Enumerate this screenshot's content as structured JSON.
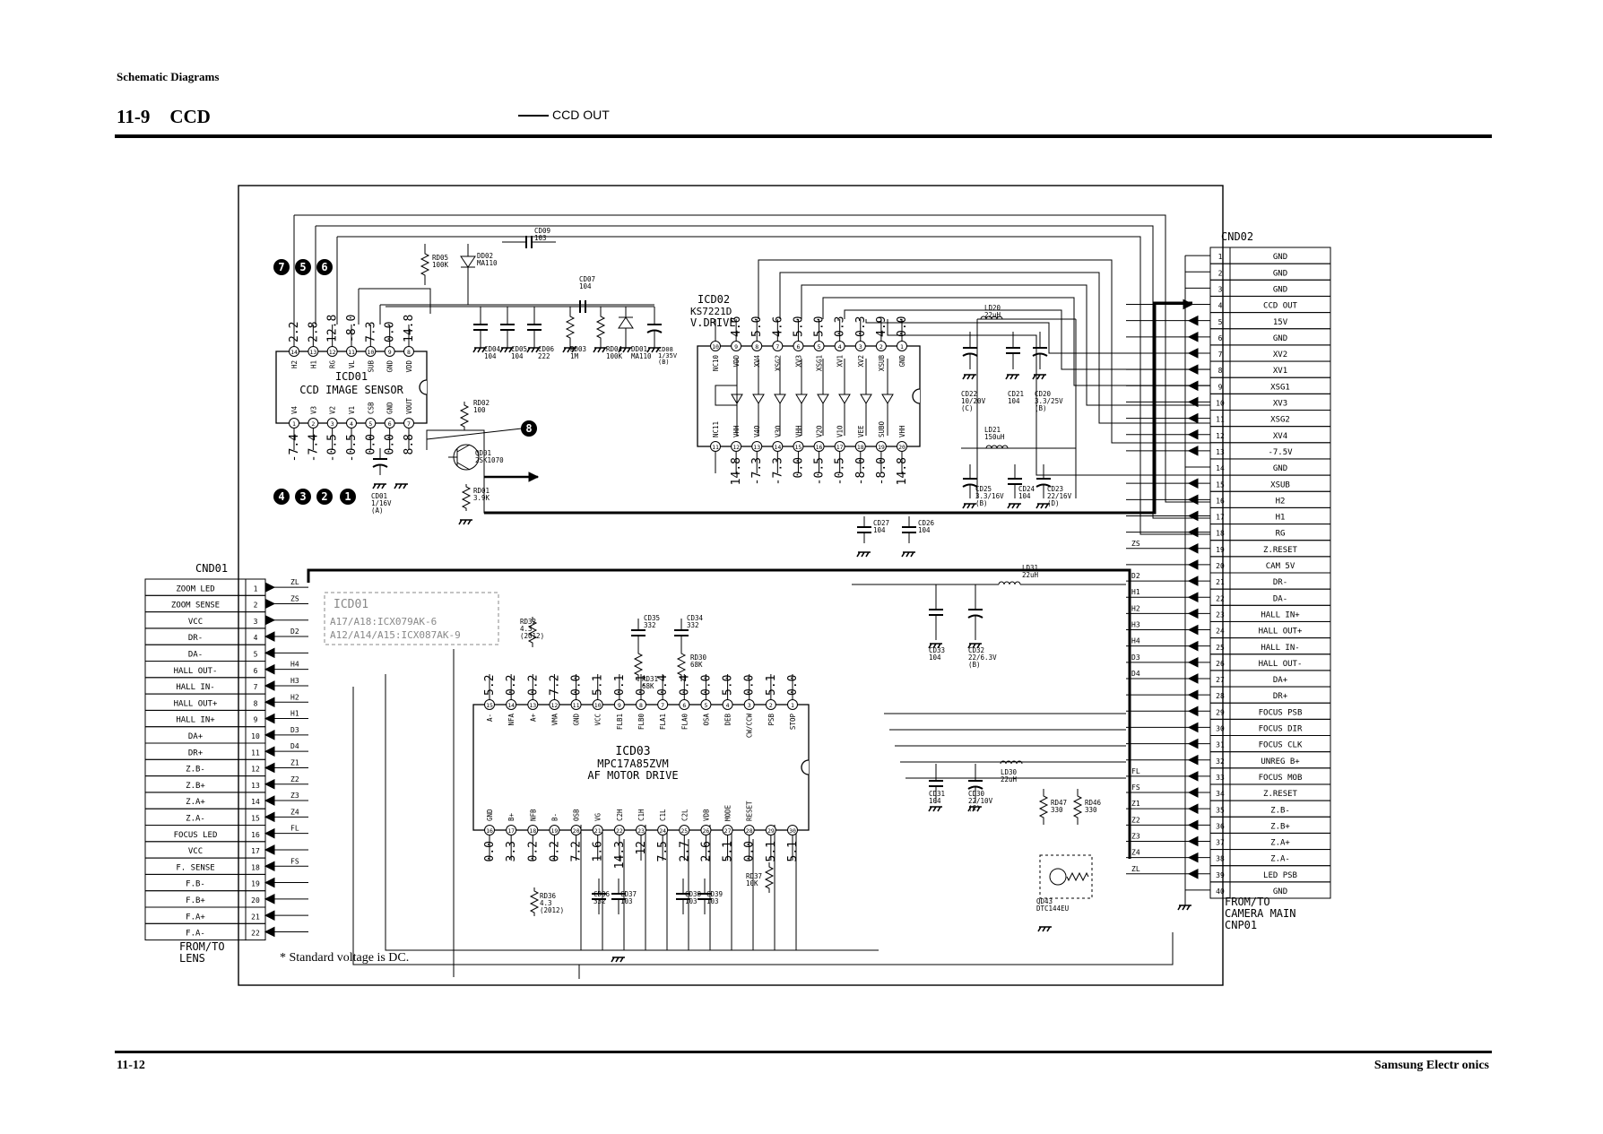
{
  "header": {
    "section": "Schematic Diagrams",
    "number": "11-9",
    "title": "CCD",
    "legend": "CCD OUT"
  },
  "footer": {
    "page": "11-12",
    "brand": "Samsung Electr   onics"
  },
  "note": "* Standard voltage is DC.",
  "colors": {
    "line": "#000000",
    "dashed_box": "#888888"
  },
  "icd01": {
    "ref": "ICD01",
    "name": "CCD IMAGE SENSOR",
    "top_pins": [
      {
        "n": "14",
        "name": "H2",
        "v": "2.2"
      },
      {
        "n": "13",
        "name": "H1",
        "v": "2.8"
      },
      {
        "n": "12",
        "name": "RG",
        "v": "12.8"
      },
      {
        "n": "11",
        "name": "VL",
        "v": "-8.0"
      },
      {
        "n": "10",
        "name": "SUB",
        "v": "7.3"
      },
      {
        "n": "9",
        "name": "GND",
        "v": "0.0"
      },
      {
        "n": "8",
        "name": "VDD",
        "v": "14.8"
      }
    ],
    "bottom_pins": [
      {
        "n": "1",
        "name": "V4",
        "v": "-7.4"
      },
      {
        "n": "2",
        "name": "V3",
        "v": "-7.4"
      },
      {
        "n": "3",
        "name": "V2",
        "v": "-0.5"
      },
      {
        "n": "4",
        "name": "V1",
        "v": "-0.5"
      },
      {
        "n": "5",
        "name": "CSB",
        "v": "0.0"
      },
      {
        "n": "6",
        "name": "GND",
        "v": "0.0"
      },
      {
        "n": "7",
        "name": "VOUT",
        "v": "8.8"
      }
    ]
  },
  "icd02": {
    "ref": "ICD02",
    "part": "KS7221D",
    "name": "V.DRIVE",
    "top_pins": [
      {
        "n": "10",
        "name": "NC10",
        "v": ""
      },
      {
        "n": "9",
        "name": "VDD",
        "v": "4.6"
      },
      {
        "n": "8",
        "name": "XV4",
        "v": "5.0"
      },
      {
        "n": "7",
        "name": "XSG2",
        "v": "4.6"
      },
      {
        "n": "6",
        "name": "XV3",
        "v": "5.0"
      },
      {
        "n": "5",
        "name": "XSG1",
        "v": "5.0"
      },
      {
        "n": "4",
        "name": "XV1",
        "v": "0.3"
      },
      {
        "n": "3",
        "name": "XV2",
        "v": "0.3"
      },
      {
        "n": "2",
        "name": "XSUB",
        "v": "4.9"
      },
      {
        "n": "1",
        "name": "GND",
        "v": "0.0"
      }
    ],
    "bottom_pins": [
      {
        "n": "11",
        "name": "NC11",
        "v": ""
      },
      {
        "n": "12",
        "name": "VHH",
        "v": "14.8"
      },
      {
        "n": "13",
        "name": "V4O",
        "v": "-7.3"
      },
      {
        "n": "14",
        "name": "V3O",
        "v": "-7.3"
      },
      {
        "n": "15",
        "name": "VHH",
        "v": "0.0"
      },
      {
        "n": "16",
        "name": "V2O",
        "v": "-0.5"
      },
      {
        "n": "17",
        "name": "V1O",
        "v": "-0.5"
      },
      {
        "n": "18",
        "name": "VEE",
        "v": "-8.0"
      },
      {
        "n": "19",
        "name": "SUBO",
        "v": "-8.0"
      },
      {
        "n": "20",
        "name": "VHH",
        "v": "14.8"
      }
    ]
  },
  "icd03": {
    "ref": "ICD03",
    "part": "MPC17A85ZVM",
    "name": "AF MOTOR DRIVE",
    "top_pins": [
      {
        "n": "15",
        "name": "A-",
        "v": "5.2"
      },
      {
        "n": "14",
        "name": "NFA",
        "v": "0.2"
      },
      {
        "n": "13",
        "name": "A+",
        "v": "0.2"
      },
      {
        "n": "12",
        "name": "VMA",
        "v": "7.2"
      },
      {
        "n": "11",
        "name": "GND",
        "v": "0.0"
      },
      {
        "n": "10",
        "name": "VCC",
        "v": "5.1"
      },
      {
        "n": "9",
        "name": "FLB1",
        "v": "0.1"
      },
      {
        "n": "8",
        "name": "FLB0",
        "v": "0.1"
      },
      {
        "n": "7",
        "name": "FLA1",
        "v": "0.4"
      },
      {
        "n": "6",
        "name": "FLA0",
        "v": "0.4"
      },
      {
        "n": "5",
        "name": "OSA",
        "v": "0.0"
      },
      {
        "n": "4",
        "name": "DEB",
        "v": "5.0"
      },
      {
        "n": "3",
        "name": "CW/CCW",
        "v": "0.0"
      },
      {
        "n": "2",
        "name": "PSB",
        "v": "5.1"
      },
      {
        "n": "1",
        "name": "STOP",
        "v": "0.0"
      }
    ],
    "bottom_pins": [
      {
        "n": "16",
        "name": "GND",
        "v": "0.0"
      },
      {
        "n": "17",
        "name": "B+",
        "v": "3.3"
      },
      {
        "n": "18",
        "name": "NFB",
        "v": "0.2"
      },
      {
        "n": "19",
        "name": "B-",
        "v": "0.2"
      },
      {
        "n": "20",
        "name": "OSB",
        "v": "7.2"
      },
      {
        "n": "21",
        "name": "VG",
        "v": "1.6"
      },
      {
        "n": "22",
        "name": "C2H",
        "v": "14.3"
      },
      {
        "n": "23",
        "name": "C1H",
        "v": "12"
      },
      {
        "n": "24",
        "name": "C1L",
        "v": "7.5"
      },
      {
        "n": "25",
        "name": "C2L",
        "v": "2.7"
      },
      {
        "n": "26",
        "name": "VDB",
        "v": "2.6"
      },
      {
        "n": "27",
        "name": "MODE",
        "v": "5.1"
      },
      {
        "n": "28",
        "name": "RESET",
        "v": "0.0"
      },
      {
        "n": "29",
        "name": "",
        "v": "5.1"
      },
      {
        "n": "30",
        "name": "",
        "v": "5.1"
      }
    ]
  },
  "cnd01": {
    "ref": "CND01",
    "pins": [
      {
        "n": "1",
        "label": "ZOOM LED",
        "net": "ZL"
      },
      {
        "n": "2",
        "label": "ZOOM SENSE",
        "net": "ZS"
      },
      {
        "n": "3",
        "label": "VCC",
        "net": ""
      },
      {
        "n": "4",
        "label": "DR-",
        "net": "D2"
      },
      {
        "n": "5",
        "label": "DA-",
        "net": ""
      },
      {
        "n": "6",
        "label": "HALL OUT-",
        "net": "H4"
      },
      {
        "n": "7",
        "label": "HALL IN-",
        "net": "H3"
      },
      {
        "n": "8",
        "label": "HALL OUT+",
        "net": "H2"
      },
      {
        "n": "9",
        "label": "HALL IN+",
        "net": "H1"
      },
      {
        "n": "10",
        "label": "DA+",
        "net": "D3"
      },
      {
        "n": "11",
        "label": "DR+",
        "net": "D4"
      },
      {
        "n": "12",
        "label": "Z.B-",
        "net": "Z1"
      },
      {
        "n": "13",
        "label": "Z.B+",
        "net": "Z2"
      },
      {
        "n": "14",
        "label": "Z.A+",
        "net": "Z3"
      },
      {
        "n": "15",
        "label": "Z.A-",
        "net": "Z4"
      },
      {
        "n": "16",
        "label": "FOCUS LED",
        "net": "FL"
      },
      {
        "n": "17",
        "label": "VCC",
        "net": ""
      },
      {
        "n": "18",
        "label": "F. SENSE",
        "net": "FS"
      },
      {
        "n": "19",
        "label": "F.B-",
        "net": ""
      },
      {
        "n": "20",
        "label": "F.B+",
        "net": ""
      },
      {
        "n": "21",
        "label": "F.A+",
        "net": ""
      },
      {
        "n": "22",
        "label": "F.A-",
        "net": ""
      }
    ],
    "footer": [
      "FROM/TO",
      "LENS"
    ]
  },
  "cnd02": {
    "ref": "CND02",
    "pins": [
      {
        "n": "1",
        "label": "GND",
        "net": ""
      },
      {
        "n": "2",
        "label": "GND",
        "net": ""
      },
      {
        "n": "3",
        "label": "GND",
        "net": ""
      },
      {
        "n": "4",
        "label": "CCD OUT",
        "net": ""
      },
      {
        "n": "5",
        "label": "15V",
        "net": ""
      },
      {
        "n": "6",
        "label": "GND",
        "net": ""
      },
      {
        "n": "7",
        "label": "XV2",
        "net": ""
      },
      {
        "n": "8",
        "label": "XV1",
        "net": ""
      },
      {
        "n": "9",
        "label": "XSG1",
        "net": ""
      },
      {
        "n": "10",
        "label": "XV3",
        "net": ""
      },
      {
        "n": "11",
        "label": "XSG2",
        "net": ""
      },
      {
        "n": "12",
        "label": "XV4",
        "net": ""
      },
      {
        "n": "13",
        "label": "-7.5V",
        "net": ""
      },
      {
        "n": "14",
        "label": "GND",
        "net": ""
      },
      {
        "n": "15",
        "label": "XSUB",
        "net": ""
      },
      {
        "n": "16",
        "label": "H2",
        "net": ""
      },
      {
        "n": "17",
        "label": "H1",
        "net": ""
      },
      {
        "n": "18",
        "label": "RG",
        "net": ""
      },
      {
        "n": "19",
        "label": "Z.RESET",
        "net": "ZS"
      },
      {
        "n": "20",
        "label": "CAM 5V",
        "net": ""
      },
      {
        "n": "21",
        "label": "DR-",
        "net": "D2"
      },
      {
        "n": "22",
        "label": "DA-",
        "net": "H1"
      },
      {
        "n": "23",
        "label": "HALL IN+",
        "net": "H2"
      },
      {
        "n": "24",
        "label": "HALL OUT+",
        "net": "H3"
      },
      {
        "n": "25",
        "label": "HALL IN-",
        "net": "H4"
      },
      {
        "n": "26",
        "label": "HALL OUT-",
        "net": "D3"
      },
      {
        "n": "27",
        "label": "DA+",
        "net": "D4"
      },
      {
        "n": "28",
        "label": "DR+",
        "net": ""
      },
      {
        "n": "29",
        "label": "FOCUS PSB",
        "net": ""
      },
      {
        "n": "30",
        "label": "FOCUS DIR",
        "net": ""
      },
      {
        "n": "31",
        "label": "FOCUS CLK",
        "net": ""
      },
      {
        "n": "32",
        "label": "UNREG B+",
        "net": ""
      },
      {
        "n": "33",
        "label": "FOCUS MOB",
        "net": "FL"
      },
      {
        "n": "34",
        "label": "Z.RESET",
        "net": "FS"
      },
      {
        "n": "35",
        "label": "Z.B-",
        "net": "Z1"
      },
      {
        "n": "36",
        "label": "Z.B+",
        "net": "Z2"
      },
      {
        "n": "37",
        "label": "Z.A+",
        "net": "Z3"
      },
      {
        "n": "38",
        "label": "Z.A-",
        "net": "Z4"
      },
      {
        "n": "39",
        "label": "LED PSB",
        "net": "ZL"
      },
      {
        "n": "40",
        "label": "GND",
        "net": ""
      }
    ],
    "footer": [
      "FROM/TO",
      "CAMERA MAIN",
      "CNP01"
    ]
  },
  "dashed_note": {
    "ref": "ICD01",
    "lines": [
      "A17/A18:ICX079AK-6",
      "A12/A14/A15:ICX087AK-9"
    ]
  },
  "components": [
    {
      "id": "CD09",
      "ref": "CD09",
      "val": "103"
    },
    {
      "id": "RD05",
      "ref": "RD05",
      "val": "100K"
    },
    {
      "id": "DD02",
      "ref": "DD02",
      "val": "MA110"
    },
    {
      "id": "CD07",
      "ref": "CD07",
      "val": "104"
    },
    {
      "id": "CD04",
      "ref": "CD04",
      "val": "104"
    },
    {
      "id": "CD05",
      "ref": "CD05",
      "val": "104"
    },
    {
      "id": "CD06",
      "ref": "CD06",
      "val": "222"
    },
    {
      "id": "RD03",
      "ref": "RD03",
      "val": "1M"
    },
    {
      "id": "RD04",
      "ref": "RD04",
      "val": "100K"
    },
    {
      "id": "DD01",
      "ref": "DD01",
      "val": "MA110"
    },
    {
      "id": "CD08",
      "ref": "CD08",
      "val": "1/35V (B)"
    },
    {
      "id": "RD02",
      "ref": "RD02",
      "val": "100"
    },
    {
      "id": "QD01",
      "ref": "QD01",
      "val": "2SK1070"
    },
    {
      "id": "RD01",
      "ref": "RD01",
      "val": "3.9K"
    },
    {
      "id": "CD01",
      "ref": "CD01",
      "val": "1/16V (A)"
    },
    {
      "id": "LD20",
      "ref": "LD20",
      "val": "22uH"
    },
    {
      "id": "CD22",
      "ref": "CD22",
      "val": "10/20V (C)"
    },
    {
      "id": "CD21",
      "ref": "CD21",
      "val": "104"
    },
    {
      "id": "CD20",
      "ref": "CD20",
      "val": "3.3/25V (B)"
    },
    {
      "id": "LD21",
      "ref": "LD21",
      "val": "150uH"
    },
    {
      "id": "CD25",
      "ref": "CD25",
      "val": "3.3/16V (B)"
    },
    {
      "id": "CD24",
      "ref": "CD24",
      "val": "104"
    },
    {
      "id": "CD23",
      "ref": "CD23",
      "val": "22/16V (D)"
    },
    {
      "id": "CD27",
      "ref": "CD27",
      "val": "104"
    },
    {
      "id": "CD26",
      "ref": "CD26",
      "val": "104"
    },
    {
      "id": "LD31",
      "ref": "LD31",
      "val": "22uH"
    },
    {
      "id": "CD33",
      "ref": "CD33",
      "val": "104"
    },
    {
      "id": "CD32",
      "ref": "CD32",
      "val": "22/6.3V (B)"
    },
    {
      "id": "RD32",
      "ref": "RD32",
      "val": "4.3 (2012)"
    },
    {
      "id": "CD35",
      "ref": "CD35",
      "val": "332"
    },
    {
      "id": "CD34",
      "ref": "CD34",
      "val": "332"
    },
    {
      "id": "RD31",
      "ref": "RD31",
      "val": "68K"
    },
    {
      "id": "RD30",
      "ref": "RD30",
      "val": "68K"
    },
    {
      "id": "LD30",
      "ref": "LD30",
      "val": "22uH"
    },
    {
      "id": "CD31",
      "ref": "CD31",
      "val": "104"
    },
    {
      "id": "CD30",
      "ref": "CD30",
      "val": "22/10V (C)"
    },
    {
      "id": "RD47",
      "ref": "RD47",
      "val": "330"
    },
    {
      "id": "RD46",
      "ref": "RD46",
      "val": "330"
    },
    {
      "id": "QD43",
      "ref": "QD43",
      "val": "DTC144EU"
    },
    {
      "id": "RD36",
      "ref": "RD36",
      "val": "4.3 (2012)"
    },
    {
      "id": "CD36",
      "ref": "CD36",
      "val": "332"
    },
    {
      "id": "CD37",
      "ref": "CD37",
      "val": "103"
    },
    {
      "id": "CD38",
      "ref": "CD38",
      "val": "103"
    },
    {
      "id": "CD39",
      "ref": "CD39",
      "val": "103"
    },
    {
      "id": "RD37",
      "ref": "RD37",
      "val": "10K"
    }
  ],
  "test_points": [
    "7",
    "5",
    "6",
    "4",
    "3",
    "2",
    "1",
    "8"
  ]
}
